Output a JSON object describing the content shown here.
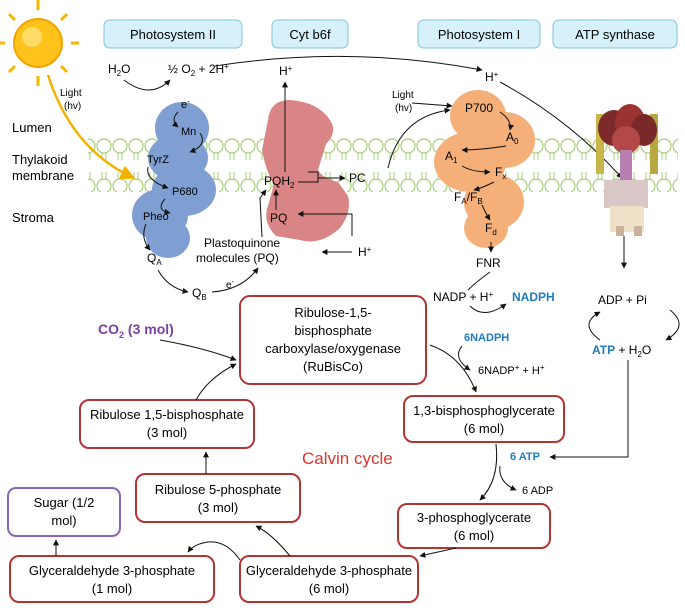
{
  "headers": {
    "ps2": "Photosystem II",
    "cytb6f": "Cyt b6f",
    "ps1": "Photosystem I",
    "atp_synthase": "ATP synthase"
  },
  "regions": {
    "lumen": "Lumen",
    "thylakoid_1": "Thylakoid",
    "thylakoid_2": "membrane",
    "stroma": "Stroma"
  },
  "light": {
    "left_1": "Light",
    "left_2": "(hv)",
    "right_1": "Light",
    "right_2": "(hv)"
  },
  "ps2": {
    "e": "e",
    "e_sup": "-",
    "mn": "Mn",
    "tyrz": "TyrZ",
    "p680": "P680",
    "pheo": "Pheo"
  },
  "labels": {
    "h2o_h": "H",
    "h2o_sub": "2",
    "h2o_o": "O",
    "half_o2": "½ O",
    "half_o2_sub": "2",
    "plus_2h": " + 2H",
    "plus_sup": "+",
    "h_plus_top": "H",
    "h_plus_top_sup": "+",
    "h_plus_right": "H",
    "h_plus_right_sup": "+",
    "h_plus_stroma": "H",
    "h_plus_stroma_sup": "+",
    "pqh2": "PQH",
    "pqh2_sub": "2",
    "pq": "PQ",
    "pc": "PC",
    "qa": "Q",
    "qa_sub": "A",
    "qb": "Q",
    "qb_sub": "B",
    "e_minus": "e",
    "e_minus_sup": "-",
    "plastoquinone_1": "Plastoquinone",
    "plastoquinone_2": "molecules (PQ)",
    "fnr": "FNR",
    "nadp": "NADP + H",
    "nadp_sup": "+",
    "nadph": "NADPH",
    "adp_pi": "ADP + Pi",
    "atp": "ATP",
    "h2o_small": " + H",
    "h2o_small_sub": "2",
    "h2o_small_o": "O"
  },
  "ps1": {
    "p700": "P700",
    "a0": "A",
    "a0_sub": "0",
    "a1": "A",
    "a1_sub": "1",
    "fx": "F",
    "fx_sub": "x",
    "fafb_1": "F",
    "fafb_sub1": "A",
    "fafb_2": "/F",
    "fafb_sub2": "B",
    "fd": "F",
    "fd_sub": "d"
  },
  "calvin": {
    "title": "Calvin cycle",
    "co2": "CO",
    "co2_sub": "2",
    "co2_amount": " (3 mol)",
    "rubisco_1": "Ribulose-1,5-",
    "rubisco_2": "bisphosphate",
    "rubisco_3": "carboxylase/oxygenase",
    "rubisco_4": "(RuBisCo)",
    "six_nadph": "6NADPH",
    "six_nadp": "6NADP",
    "six_nadp_sup": "+",
    "six_nadp_rest": " + H",
    "six_nadp_sup2": "+",
    "bpg_1": "1,3-bisphosphoglycerate",
    "bpg_2": "(6 mol)",
    "six_atp": "6 ATP",
    "six_adp": "6 ADP",
    "pg_1": "3-phosphoglycerate",
    "pg_2": "(6 mol)",
    "g3p6_1": "Glyceraldehyde 3-phosphate",
    "g3p6_2": "(6 mol)",
    "g3p1_1": "Glyceraldehyde 3-phosphate",
    "g3p1_2": "(1 mol)",
    "sugar_1": "Sugar (1/2",
    "sugar_2": "mol)",
    "r5p_1": "Ribulose 5-phosphate",
    "r5p_2": "(3 mol)",
    "rubp_1": "Ribulose 1,5-bisphosphate",
    "rubp_2": "(3 mol)"
  },
  "colors": {
    "header_fill": "#d6f1fa",
    "header_stroke": "#7fc3dc",
    "ps2_fill": "#7f9fd3",
    "cyt_fill": "#d98585",
    "ps1_fill": "#f5b07a",
    "box_stroke": "#b23535",
    "sugar_stroke": "#8a63b4",
    "calvin_red": "#e0332b",
    "blue_text": "#1f7bbf",
    "co2_purple": "#7b3fa6",
    "membrane": "#a9cf7c"
  }
}
